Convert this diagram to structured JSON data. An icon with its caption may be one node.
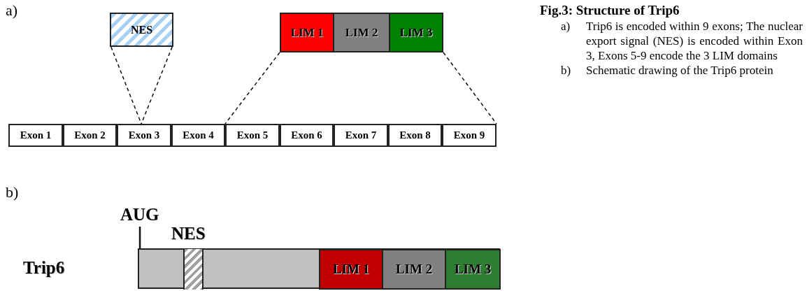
{
  "diagram": {
    "title": "Fig.3: Structure of Trip6",
    "nodes": [
      {
        "text": [
          "NES"
        ]
      },
      {
        "text": [
          "LIM 1"
        ]
      },
      {
        "text": [
          "LIM 2"
        ]
      },
      {
        "text": [
          "LIM 3"
        ]
      },
      {
        "text": [
          "Exon 1"
        ]
      },
      {
        "text": [
          "Exon 2"
        ]
      },
      {
        "text": [
          "Exon 3"
        ]
      },
      {
        "text": [
          "Exon 4"
        ]
      },
      {
        "text": [
          "Exon 5"
        ]
      },
      {
        "text": [
          "Exon 6"
        ]
      },
      {
        "text": [
          "Exon 7"
        ]
      },
      {
        "text": [
          "Exon 8"
        ]
      },
      {
        "text": [
          "Exon 9"
        ]
      },
      {
        "text": [
          "AUG"
        ]
      },
      {
        "text": [],
        "shape": "bar"
      },
      {
        "text": [],
        "shape": "box",
        "in": 14,
        "beside": [
          "NES"
        ]
      },
      {
        "text": [
          "LIM 1"
        ],
        "in": 14
      },
      {
        "text": [
          "LIM 2"
        ],
        "in": 14
      },
      {
        "text": [
          "LIM 3"
        ],
        "in": 14
      }
    ],
    "edges": [
      {
        "from": 0,
        "to": 6,
        "arrow": "none",
        "style": "dashed"
      },
      {
        "from": 0,
        "to": 6,
        "arrow": "none",
        "style": "dashed"
      },
      {
        "from": 1,
        "to": 8,
        "arrow": "none",
        "style": "dashed"
      },
      {
        "from": 3,
        "to": 12,
        "arrow": "none",
        "style": "dashed"
      },
      {
        "from": 13,
        "to": 14,
        "arrow": "none"
      }
    ],
    "labels": [
      "a)",
      "b)",
      "Trip6",
      "a)",
      "Trip6 is encoded within 9 exons; The nuclear export signal (NES) is encoded within Exon 3, Exons 5-9 encode the 3 LIM domains",
      "b)",
      "Schematic drawing of the Trip6 protein"
    ]
  }
}
